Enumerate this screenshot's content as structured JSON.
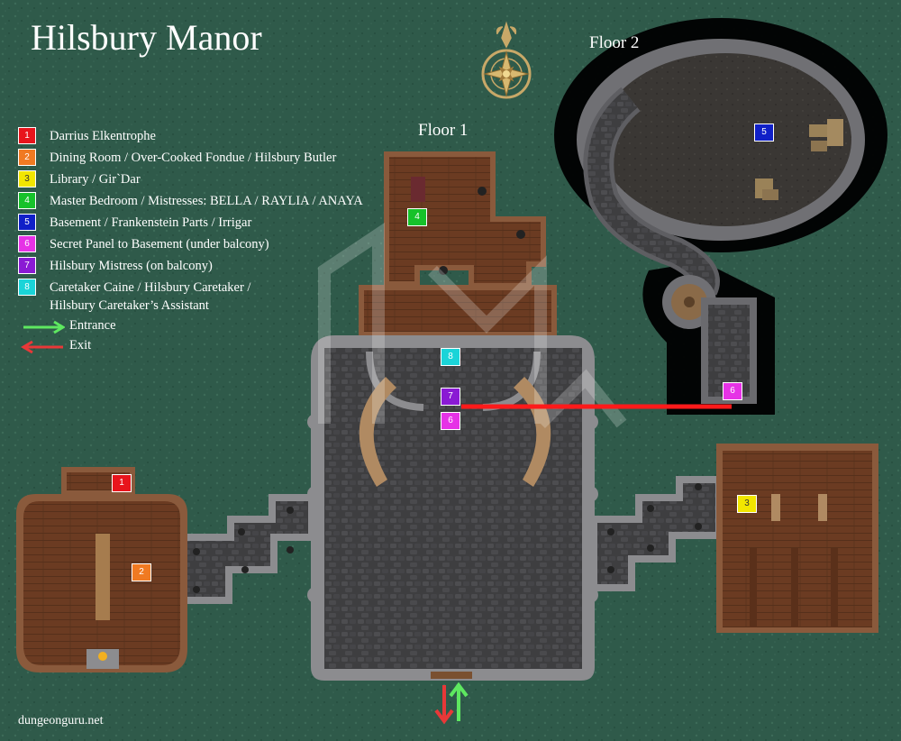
{
  "title": "Hilsbury Manor",
  "floor_labels": {
    "floor1": "Floor 1",
    "floor2": "Floor 2"
  },
  "credit": "dungeonguru.net",
  "legend": [
    {
      "num": "1",
      "label": "Darrius Elkentrophe",
      "color": "#e8141c"
    },
    {
      "num": "2",
      "label": "Dining Room / Over-Cooked Fondue / Hilsbury Butler",
      "color": "#f07a22"
    },
    {
      "num": "3",
      "label": "Library / Gir`Dar",
      "color": "#f2e600"
    },
    {
      "num": "4",
      "label": "Master Bedroom / Mistresses: BELLA / RAYLIA / ANAYA",
      "color": "#16c22a"
    },
    {
      "num": "5",
      "label": "Basement / Frankenstein Parts / Irrigar",
      "color": "#1020c8"
    },
    {
      "num": "6",
      "label": "Secret Panel to Basement (under balcony)",
      "color": "#e632e6"
    },
    {
      "num": "7",
      "label": "Hilsbury Mistress (on balcony)",
      "color": "#8a1ad4"
    },
    {
      "num": "8",
      "label": "Caretaker Caine / Hilsbury Caretaker /",
      "label2": "Hilsbury Caretaker’s Assistant",
      "color": "#1ad4d8"
    }
  ],
  "legend_arrows": {
    "entrance": "Entrance",
    "exit": "Exit",
    "entrance_color": "#5ee860",
    "exit_color": "#e83838"
  },
  "markers": [
    {
      "num": "1",
      "room": "Darrius Elkentrophe",
      "color": "#e8141c"
    },
    {
      "num": "2",
      "room": "Dining Room",
      "color": "#f07a22"
    },
    {
      "num": "3",
      "room": "Library",
      "color": "#f2e600"
    },
    {
      "num": "4",
      "room": "Master Bedroom",
      "color": "#16c22a"
    },
    {
      "num": "5",
      "room": "Basement",
      "color": "#1020c8"
    },
    {
      "num": "6",
      "room": "Secret Panel (Floor 1)",
      "color": "#e632e6"
    },
    {
      "num": "6",
      "room": "Secret Panel (Floor 2)",
      "color": "#e632e6"
    },
    {
      "num": "7",
      "room": "Hilsbury Mistress",
      "color": "#8a1ad4"
    },
    {
      "num": "8",
      "room": "Caretakers",
      "color": "#1ad4d8"
    }
  ],
  "secret_passage_color": "#ff1a1a"
}
